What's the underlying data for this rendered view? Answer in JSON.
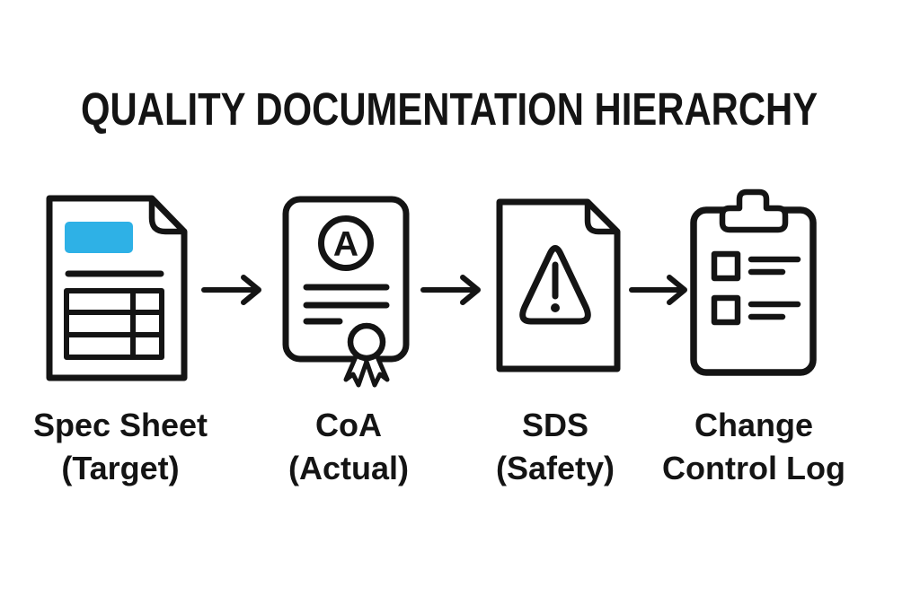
{
  "title": "QUALITY DOCUMENTATION HIERARCHY",
  "colors": {
    "ink": "#141414",
    "accent_blue": "#2EB1E6",
    "background": "#ffffff"
  },
  "flow": {
    "direction": "left-to-right",
    "connector": "arrow",
    "connector_count": 3
  },
  "items": [
    {
      "id": "spec-sheet",
      "icon": "document-with-table-icon",
      "label_line1": "Spec Sheet",
      "label_line2": "(Target)"
    },
    {
      "id": "coa",
      "icon": "certificate-with-seal-icon",
      "badge_letter": "A",
      "label_line1": "CoA",
      "label_line2": "(Actual)"
    },
    {
      "id": "sds",
      "icon": "warning-document-icon",
      "label_line1": "SDS",
      "label_line2": "(Safety)"
    },
    {
      "id": "change-control-log",
      "icon": "clipboard-checklist-icon",
      "label_line1": "Change",
      "label_line2": "Control Log"
    }
  ]
}
